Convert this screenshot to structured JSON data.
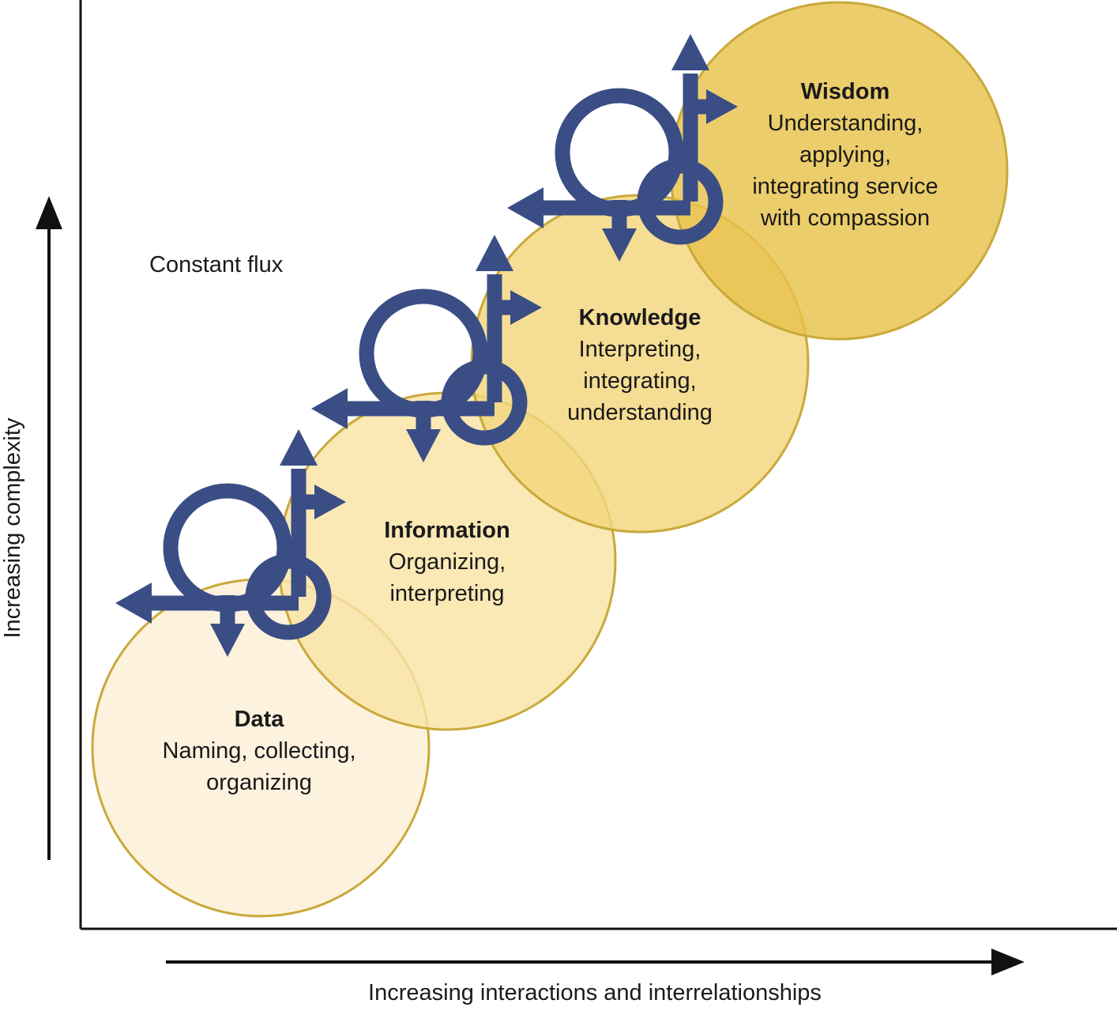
{
  "axes": {
    "x_label": "Increasing interactions and interrelationships",
    "y_label": "Increasing complexity"
  },
  "flux_label": "Constant flux",
  "stages": [
    {
      "title": "Data",
      "lines": [
        "Naming, collecting,",
        "organizing"
      ],
      "fill": "#fcefd6"
    },
    {
      "title": "Information",
      "lines": [
        "Organizing,",
        "interpreting"
      ],
      "fill": "#f9e3a5"
    },
    {
      "title": "Knowledge",
      "lines": [
        "Interpreting,",
        "integrating,",
        "understanding"
      ],
      "fill": "#f3d67c"
    },
    {
      "title": "Wisdom",
      "lines": [
        "Understanding,",
        "applying,",
        "integrating service",
        "with compassion"
      ],
      "fill": "#e8c24a"
    }
  ],
  "colors": {
    "circle_stroke": "#c9a93a",
    "flux_symbol": "#3a4e85",
    "axis": "#111111"
  }
}
